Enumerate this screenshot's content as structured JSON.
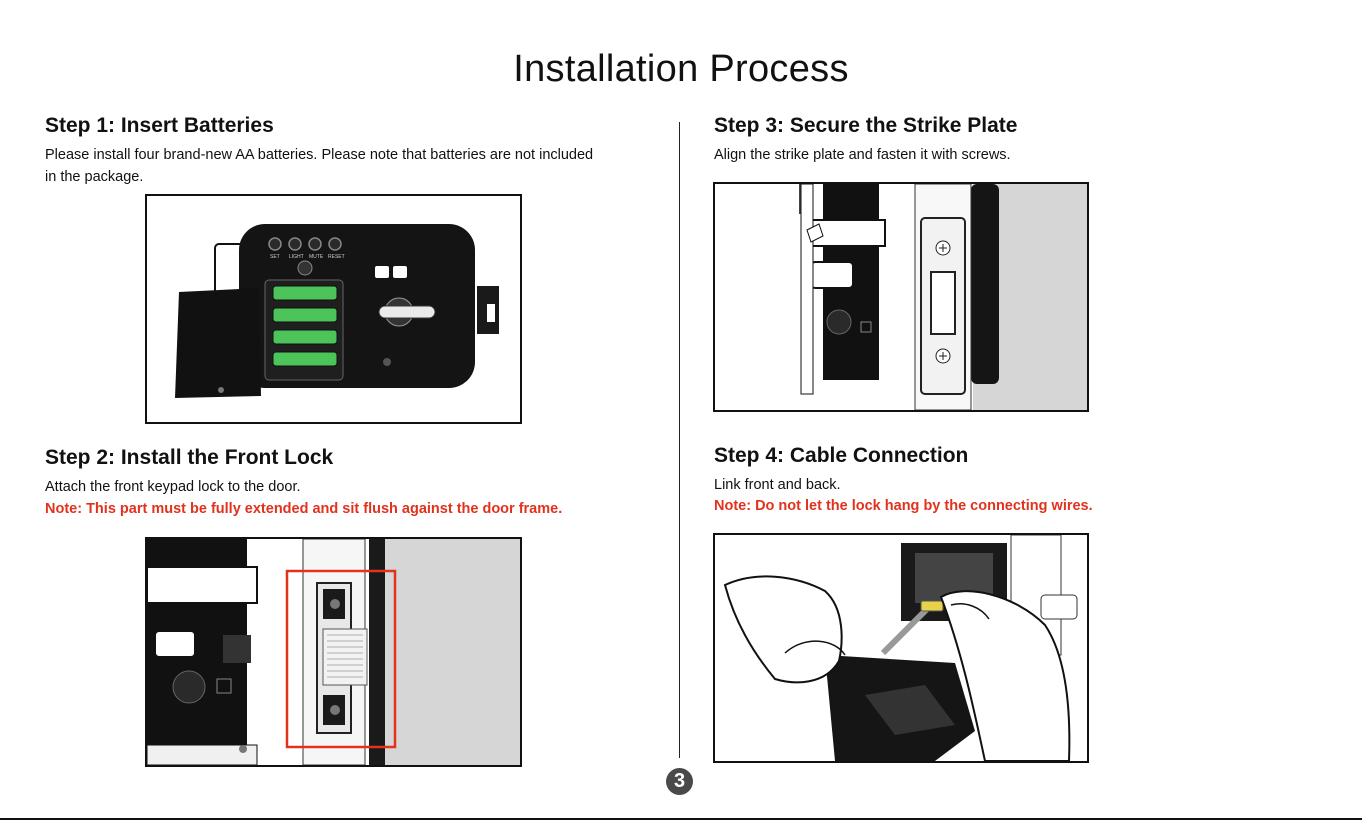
{
  "page": {
    "title": "Installation Process",
    "page_number": "3"
  },
  "steps": [
    {
      "heading": "Step 1: Insert Batteries",
      "lines": [
        "Please install four brand-new AA batteries. Please note that batteries are not included",
        "in the package."
      ]
    },
    {
      "heading": "Step 2: Install the Front Lock",
      "lines": [
        "Attach the front keypad lock to the door."
      ],
      "note": "Note: This part must be fully extended and sit flush against the door frame."
    },
    {
      "heading": "Step 3: Secure the Strike Plate",
      "lines": [
        "Align the strike plate and fasten it with screws."
      ]
    },
    {
      "heading": "Step 4: Cable Connection",
      "lines": [
        "Link front and back."
      ],
      "note": "Note: Do not let the lock hang by the connecting wires."
    }
  ],
  "figures": {
    "battery_labels": [
      "SET",
      "LIGHT",
      "MUTE",
      "RESET"
    ]
  },
  "colors": {
    "battery_green": "#4cc45a",
    "note_red": "#e2321e",
    "highlight_box": "#e2321e",
    "page_badge": "#4a4a4a"
  }
}
